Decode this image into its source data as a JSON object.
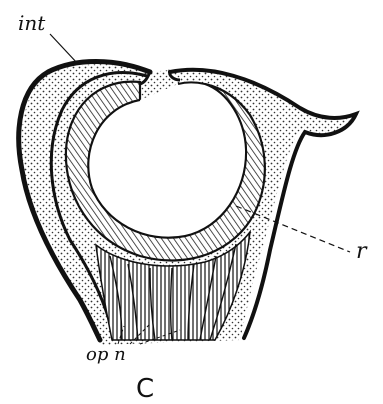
{
  "figure": {
    "labels": {
      "int": "int",
      "r": "r",
      "op_n": "op n",
      "caption": "C"
    },
    "colors": {
      "ink": "#111111",
      "paper": "#ffffff",
      "dots": "#333333"
    }
  }
}
